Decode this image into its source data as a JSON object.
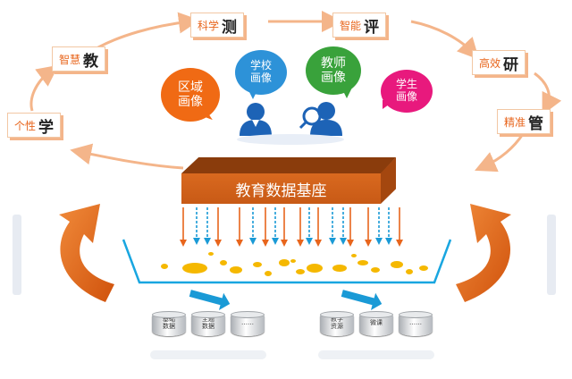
{
  "cycle_nodes": [
    {
      "id": "ke-xue-ce",
      "small": "科学",
      "big": "测"
    },
    {
      "id": "zhi-neng-ping",
      "small": "智能",
      "big": "评"
    },
    {
      "id": "gao-xiao-yan",
      "small": "高效",
      "big": "研"
    },
    {
      "id": "jing-zhun-guan",
      "small": "精准",
      "big": "管"
    },
    {
      "id": "ge-xing-xue",
      "small": "个性",
      "big": "学"
    },
    {
      "id": "zhi-hui-jiao",
      "small": "智慧",
      "big": "教"
    }
  ],
  "bubbles": [
    {
      "id": "region",
      "text": "区域\n画像",
      "color": "#f06a14"
    },
    {
      "id": "school",
      "text": "学校\n画像",
      "color": "#2d92d8"
    },
    {
      "id": "teacher",
      "text": "教师\n画像",
      "color": "#39a23b"
    },
    {
      "id": "student",
      "text": "学生\n画像",
      "color": "#e8197d"
    }
  ],
  "platform": {
    "label": "教育数据基座"
  },
  "databases_left": [
    {
      "text": "基础\n数据"
    },
    {
      "text": "主题\n数据"
    },
    {
      "text": "……"
    }
  ],
  "databases_right": [
    {
      "text": "教学\n资源"
    },
    {
      "text": "微课"
    },
    {
      "text": "……"
    }
  ],
  "colors": {
    "cycle_orange": "#f4b58a",
    "platform_orange": "#d2621b",
    "arrow_orange": "#e8651c",
    "arrow_blue": "#1a9ad6",
    "tank_blue": "#19a6e0",
    "data_gold": "#f5b800"
  },
  "icons": [
    "two-people-icon",
    "magnifier-person-icon",
    "curved-arrow-icon",
    "database-icon"
  ]
}
